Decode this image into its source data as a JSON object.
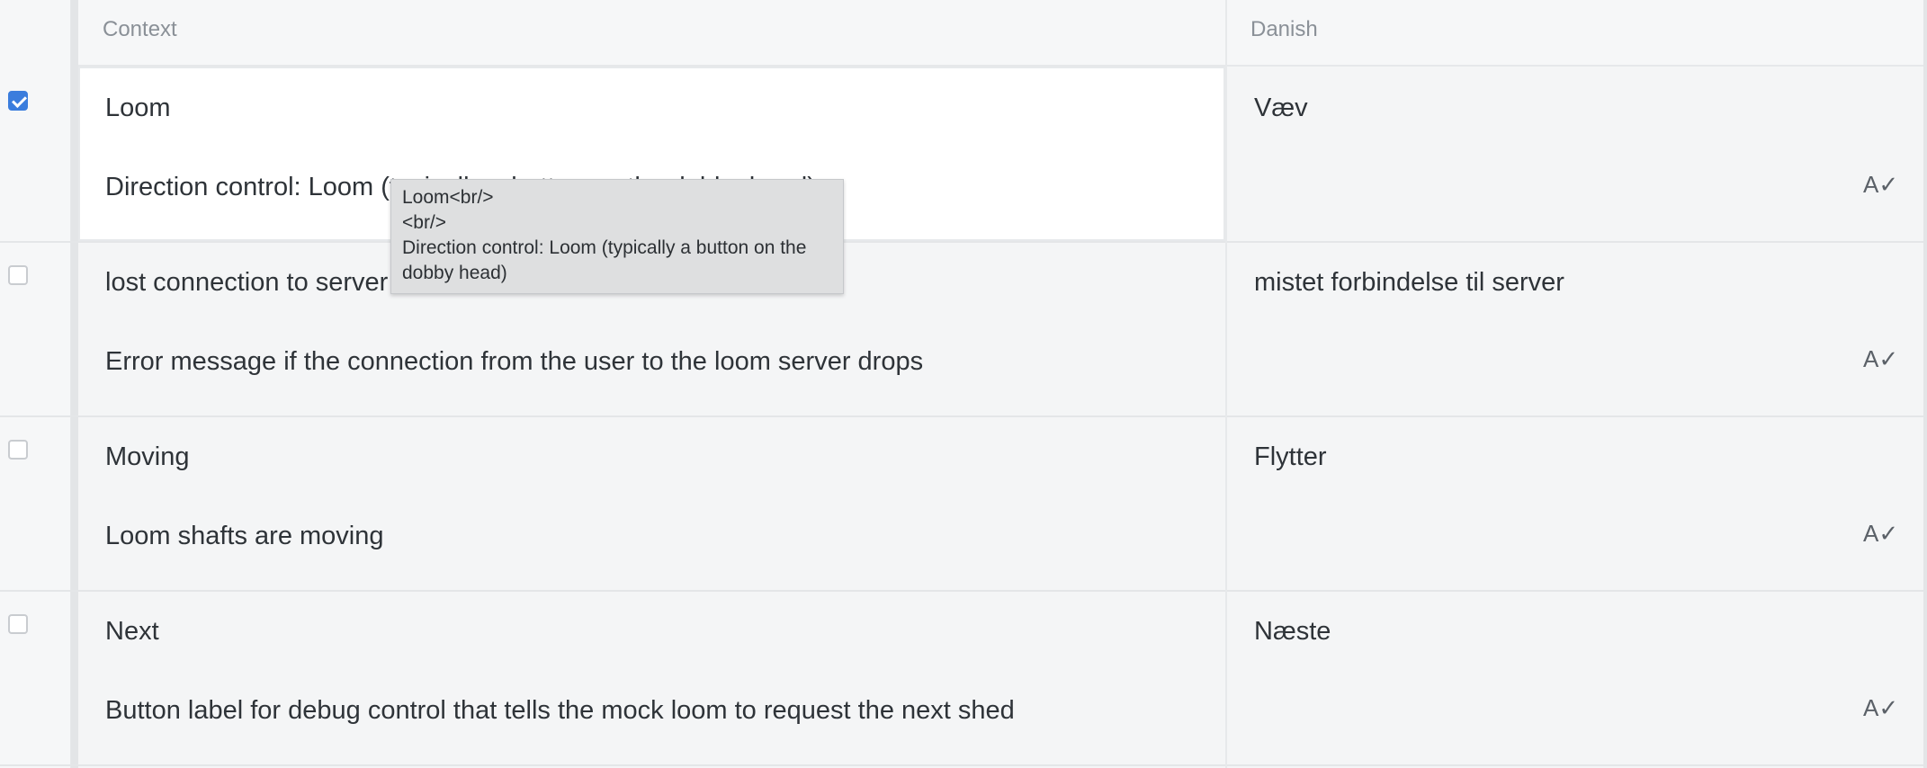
{
  "header": {
    "context_label": "Context",
    "language_label": "Danish"
  },
  "rows": [
    {
      "checked": true,
      "source": "Loom",
      "context": "Direction control: Loom (typically a button on the dobby head)",
      "translation": "Væv"
    },
    {
      "checked": false,
      "source": "lost connection to server",
      "context": "Error message if the connection from the user to the loom server drops",
      "translation": "mistet forbindelse til server"
    },
    {
      "checked": false,
      "source": "Moving",
      "context": "Loom shafts are moving",
      "translation": "Flytter"
    },
    {
      "checked": false,
      "source": "Next",
      "context": "Button label for debug control that tells the mock loom to request the next shed",
      "translation": "Næste"
    }
  ],
  "tooltip": {
    "line1": "Loom<br/>",
    "line2": "<br/>",
    "line3": "Direction control: Loom (typically a button on the dobby head)"
  },
  "icons": {
    "spellcheck": "spellcheck-icon"
  },
  "colors": {
    "checkbox_checked": "#3b7ddd"
  }
}
